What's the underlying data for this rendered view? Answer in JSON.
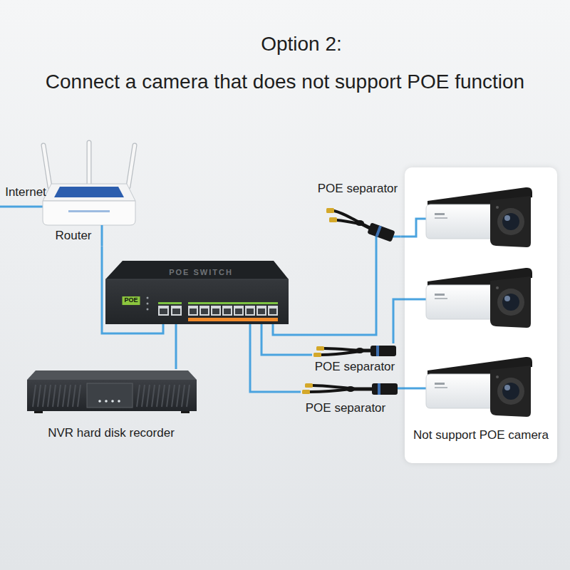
{
  "diagram": {
    "title": "Option 2:",
    "nodes": [
      {
        "text": [
          "Router"
        ]
      },
      {
        "text": [
          "POE SWITCH",
          "POE"
        ]
      },
      {
        "text": [
          "NVR hard disk recorder"
        ]
      },
      {
        "text": [
          "POE separator"
        ]
      },
      {
        "text": [
          "POE separator"
        ]
      },
      {
        "text": [
          "POE separator"
        ]
      },
      {
        "text": [
          "Not support POE camera"
        ]
      }
    ],
    "edges": [
      {
        "from": 0,
        "to": 1,
        "arrow": "none"
      },
      {
        "from": 1,
        "to": 2,
        "arrow": "none"
      },
      {
        "from": 1,
        "to": 3,
        "arrow": "none"
      },
      {
        "from": 1,
        "to": 4,
        "arrow": "none"
      },
      {
        "from": 1,
        "to": 5,
        "arrow": "none"
      },
      {
        "from": 3,
        "to": 6,
        "arrow": "none"
      },
      {
        "from": 4,
        "to": 6,
        "arrow": "none"
      },
      {
        "from": 5,
        "to": 6,
        "arrow": "none"
      }
    ],
    "labels": [
      "Connect a camera that does not support POE function",
      "Internet"
    ]
  }
}
